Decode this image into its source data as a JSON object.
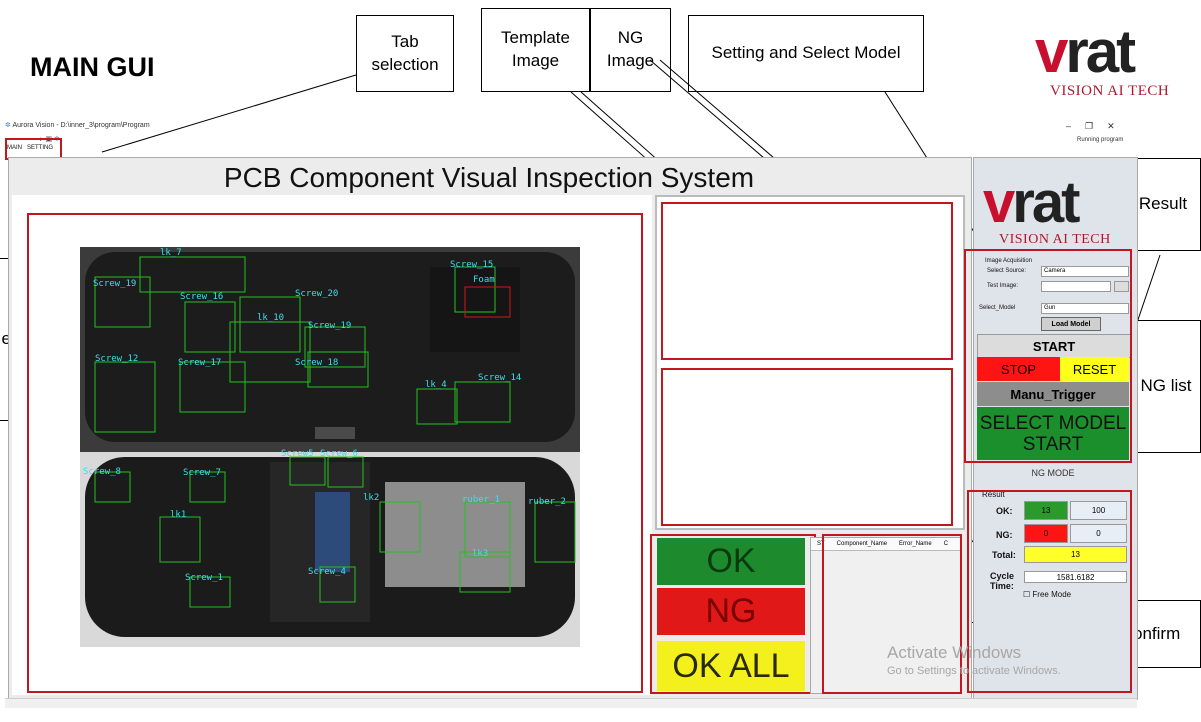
{
  "slide": {
    "title": "MAIN GUI"
  },
  "callouts": {
    "tab_selection": "Tab selection",
    "template_image": "Template Image",
    "ng_image": "NG Image",
    "setting_select_model": "Setting and Select Model",
    "result": "Result",
    "ng_list": "NG list",
    "confirm": "Confirm",
    "left_cut_label": "e"
  },
  "logo": {
    "main": "vrat",
    "sub": "VISION AI TECH"
  },
  "window": {
    "title": "Aurora Vision - D:\\inner_3\\program\\Program",
    "status": "Running program",
    "tabs": [
      "MAIN",
      "SETTING"
    ],
    "controls": {
      "minimize": "–",
      "restore": "❐",
      "close": "✕"
    }
  },
  "app": {
    "title": "PCB Component Visual Inspection System",
    "buttons": {
      "ok": "OK",
      "ng": "NG",
      "ok_all": "OK ALL"
    },
    "ng_table_headers": [
      "ST",
      "Component_Name",
      "Error_Name",
      "C"
    ],
    "camera_labels": [
      "lk_7",
      "Screw_19",
      "Screw_16",
      "Screw_20",
      "lk_10",
      "Screw_19",
      "Screw_12",
      "Screw_17",
      "Screw_18",
      "Screw_15",
      "Foam",
      "lk_4",
      "Screw_14",
      "Screw_5",
      "Screw_6",
      "Screw_8",
      "Screw_7",
      "lk1",
      "lk2",
      "ruber_1",
      "ruber_2",
      "lk3",
      "Screw_1",
      "Screw_4"
    ]
  },
  "control_panel": {
    "acquisition_label": "Image Acquisition",
    "source_label": "Select Source:",
    "source_value": "Camera",
    "test_image_label": "Test Image:",
    "select_model_label": "Select_Model",
    "select_model_value": "Gun",
    "load_model": "Load Model",
    "start": "START",
    "stop": "STOP",
    "reset": "RESET",
    "manual_trigger": "Manu_Trigger",
    "select_model_start": "SELECT MODEL START",
    "mode": "NG MODE",
    "result_title": "Result",
    "ok_label": "OK:",
    "ok_count": "13",
    "ok_pct": "100",
    "ng_label": "NG:",
    "ng_count": "0",
    "ng_pct": "0",
    "total_label": "Total:",
    "total_value": "13",
    "cycle_label": "Cycle Time:",
    "cycle_value": "1581.6182",
    "free_mode": "Free Mode"
  },
  "watermark": {
    "line1": "Activate Windows",
    "line2": "Go to Settings to activate Windows."
  }
}
